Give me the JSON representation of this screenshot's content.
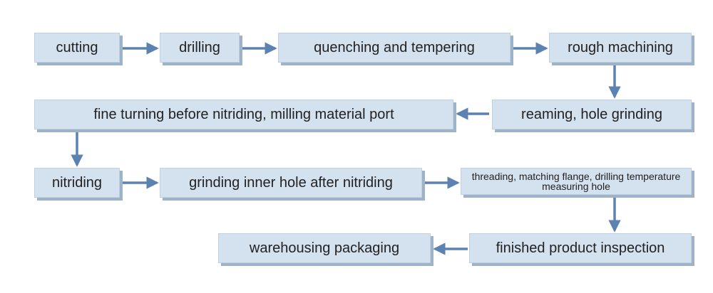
{
  "steps": {
    "cutting": "cutting",
    "drilling": "drilling",
    "quenching": "quenching and tempering",
    "rough": "rough machining",
    "reaming": "reaming, hole grinding",
    "fine": "fine turning before nitriding, milling material port",
    "nitriding": "nitriding",
    "grinding": "grinding inner hole after nitriding",
    "threading": "threading, matching flange, drilling temperature measuring hole",
    "inspection": "finished product inspection",
    "warehousing": "warehousing packaging"
  },
  "colors": {
    "box_fill": "#d4e1ee",
    "box_shadow": "#9fb3c8",
    "arrow": "#5b82b0"
  }
}
